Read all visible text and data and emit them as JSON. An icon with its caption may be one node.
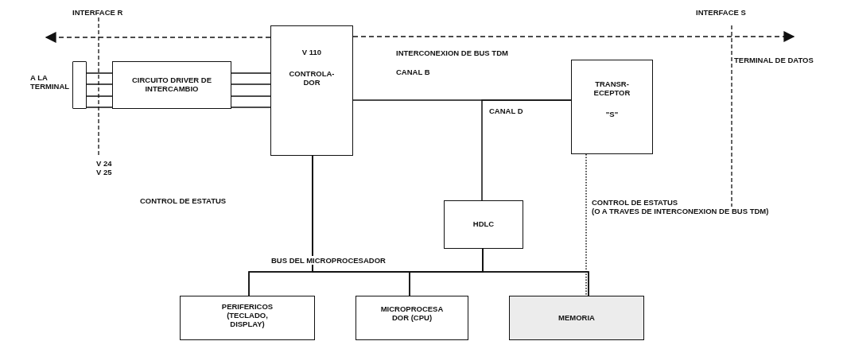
{
  "diagram": {
    "nodes": [
      {
        "text": [],
        "shape": "bar",
        "beside": [
          "A LA TERMINAL"
        ]
      },
      {
        "text": [
          "CIRCUITO DRIVER DE INTERCAMBIO"
        ]
      },
      {
        "text": [
          "V 110",
          "CONTROLA- DOR"
        ]
      },
      {
        "text": [
          "TRANSR- ECEPTOR",
          "\"S\""
        ]
      },
      {
        "text": [
          "HDLC"
        ]
      },
      {
        "text": [
          "PERIFERICOS (TECLADO, DISPLAY)"
        ]
      },
      {
        "text": [
          "MICROPROCESA DOR (CPU)"
        ]
      },
      {
        "text": [
          "MEMORIA"
        ]
      }
    ],
    "edges": [
      {
        "from": 0,
        "to": 1,
        "arrow": "none"
      },
      {
        "from": 0,
        "to": 1,
        "arrow": "none"
      },
      {
        "from": 0,
        "to": 1,
        "arrow": "none"
      },
      {
        "from": 0,
        "to": 1,
        "arrow": "none"
      },
      {
        "from": 1,
        "to": 2,
        "arrow": "none"
      },
      {
        "from": 1,
        "to": 2,
        "arrow": "none"
      },
      {
        "from": 1,
        "to": 2,
        "arrow": "none"
      },
      {
        "from": 1,
        "to": 2,
        "arrow": "none"
      },
      {
        "from": 2,
        "to": null,
        "arrow": "to",
        "style": "dashed"
      },
      {
        "from": 2,
        "to": null,
        "arrow": "to",
        "style": "dashed"
      },
      {
        "from": 2,
        "to": 3,
        "arrow": "none",
        "label": "CANAL B"
      },
      {
        "from": 4,
        "to": 3,
        "arrow": "none",
        "label": "CANAL D"
      },
      {
        "from": 2,
        "to": 5,
        "arrow": "none"
      },
      {
        "from": 2,
        "to": 6,
        "arrow": "none"
      },
      {
        "from": 2,
        "to": 7,
        "arrow": "none"
      },
      {
        "from": 4,
        "to": 5,
        "arrow": "none"
      },
      {
        "from": 4,
        "to": 6,
        "arrow": "none"
      },
      {
        "from": 4,
        "to": 7,
        "arrow": "none"
      },
      {
        "from": 3,
        "to": 7,
        "arrow": "none",
        "style": "dashed"
      }
    ],
    "labels": [
      "INTERFACE R",
      "INTERFACE S",
      "INTERCONEXION DE BUS TDM",
      "TERMINAL DE DATOS",
      "V 24",
      "V 25",
      "CONTROL DE ESTATUS",
      "CONTROL DE ESTATUS",
      "(O A TRAVES DE INTERCONEXION DE BUS TDM)",
      "BUS DEL MICROPROCESADOR"
    ]
  }
}
